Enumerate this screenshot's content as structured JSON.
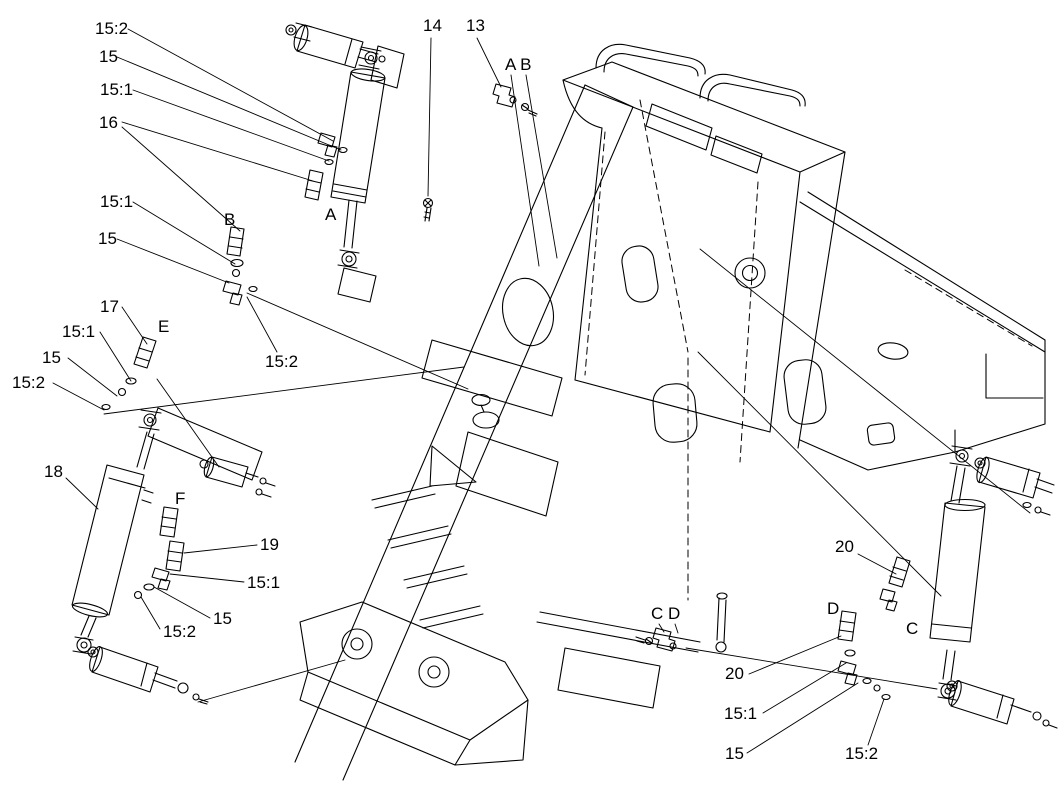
{
  "page": {
    "background": "#ffffff",
    "line_color": "#000000"
  },
  "callouts": [
    {
      "label": "15:2"
    },
    {
      "label": "15"
    },
    {
      "label": "15:1"
    },
    {
      "label": "16"
    },
    {
      "label": "15:1"
    },
    {
      "label": "15"
    },
    {
      "label": "17"
    },
    {
      "label": "15:1"
    },
    {
      "label": "15"
    },
    {
      "label": "15:2"
    },
    {
      "label": "18"
    },
    {
      "label": "B"
    },
    {
      "label": "A"
    },
    {
      "label": "15:2"
    },
    {
      "label": "E"
    },
    {
      "label": "F"
    },
    {
      "label": "19"
    },
    {
      "label": "15:1"
    },
    {
      "label": "15"
    },
    {
      "label": "15:2"
    },
    {
      "label": "14"
    },
    {
      "label": "13"
    },
    {
      "label": "A B"
    },
    {
      "label": "C D"
    },
    {
      "label": "20"
    },
    {
      "label": "D"
    },
    {
      "label": "C"
    },
    {
      "label": "20"
    },
    {
      "label": "15:1"
    },
    {
      "label": "15"
    },
    {
      "label": "15:2"
    }
  ]
}
